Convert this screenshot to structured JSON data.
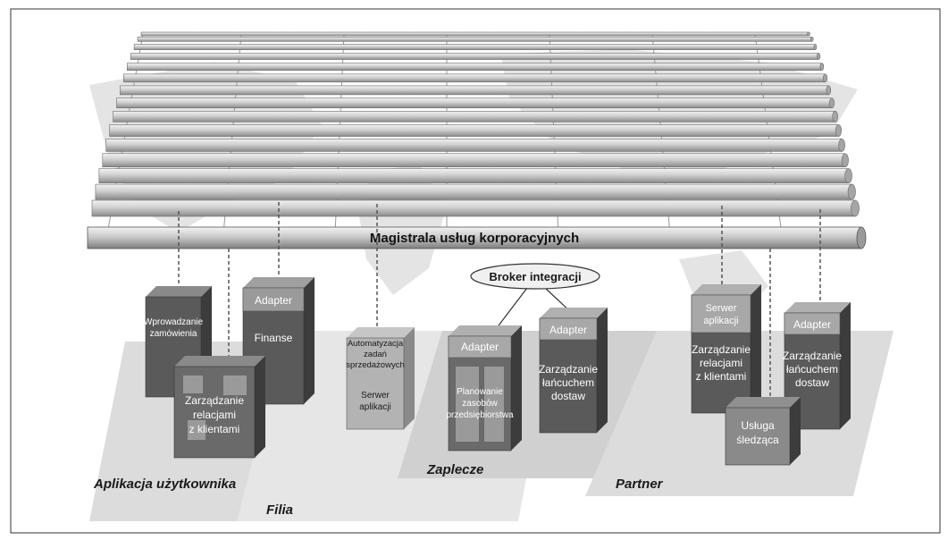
{
  "bus": {
    "title": "Magistrala usług korporacyjnych"
  },
  "broker": {
    "label": "Broker integracji"
  },
  "zones": {
    "user_app": "Aplikacja użytkownika",
    "branch": "Filia",
    "backoffice": "Zaplecze",
    "partner": "Partner"
  },
  "boxes": {
    "orders": {
      "line1": "Wprowadzanie",
      "line2": "zamówienia"
    },
    "finance": {
      "cap": "Adapter",
      "line1": "Finanse"
    },
    "crm_user": {
      "line1": "Zarządzanie",
      "line2": "relacjami",
      "line3": "z klientami"
    },
    "sales_auto": {
      "line1": "Automatyzacja",
      "line2": "zadań",
      "line3": "sprzedażowych",
      "line4": "Serwer",
      "line5": "aplikacji"
    },
    "erp": {
      "cap": "Adapter",
      "line1": "Planowanie",
      "line2": "zasobów",
      "line3": "przedsiębiorstwa"
    },
    "scm_back": {
      "cap": "Adapter",
      "line1": "Zarządzanie",
      "line2": "łańcuchem",
      "line3": "dostaw"
    },
    "crm_partner": {
      "cap1": "Serwer",
      "cap2": "aplikacji",
      "line1": "Zarządzanie",
      "line2": "relacjami",
      "line3": "z klientami"
    },
    "tracking": {
      "line1": "Usługa",
      "line2": "śledząca"
    },
    "scm_partner": {
      "cap": "Adapter",
      "line1": "Zarządzanie",
      "line2": "łańcuchem",
      "line3": "dostaw"
    }
  },
  "colors": {
    "box_dark": "#4a4a4a",
    "box_mid": "#7a7a7a",
    "box_light": "#bdbdbd",
    "platform": "#d9d9d9",
    "pipe": "#c8c8c8"
  }
}
